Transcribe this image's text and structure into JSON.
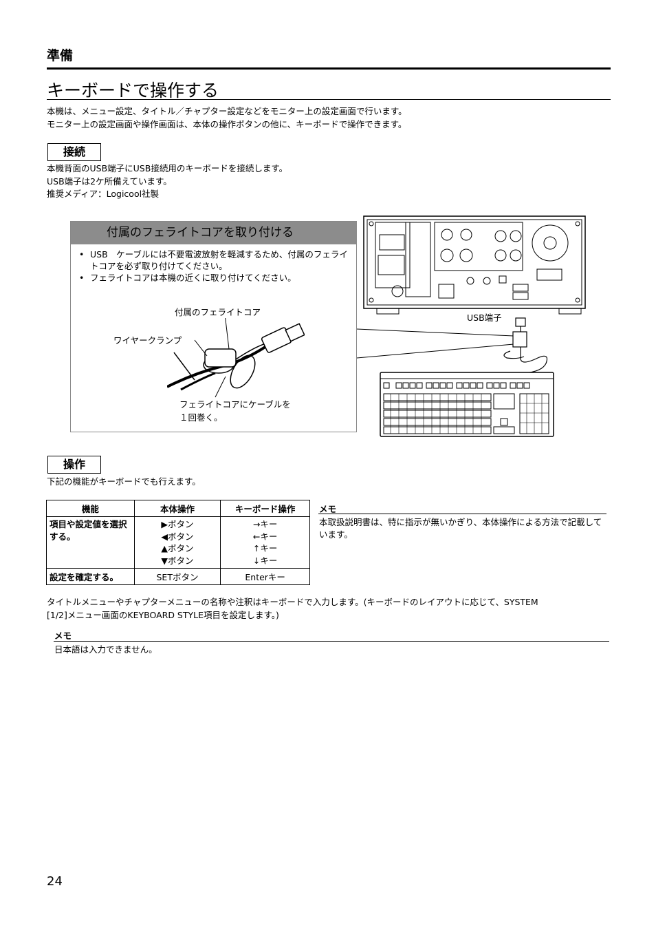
{
  "header": {
    "section": "準備",
    "title": "キーボードで操作する"
  },
  "intro": [
    "本機は、メニュー設定、タイトル／チャプター設定などをモニター上の設定画面で行います。",
    "モニター上の設定画面や操作画面は、本体の操作ボタンの他に、キーボードで操作できます。"
  ],
  "connect": {
    "heading": "接続",
    "lines": [
      "本機背面のUSB端子にUSB接続用のキーボードを接続します。",
      "USB端子は2ケ所備えています。",
      "推奨メディア：Logicool社製"
    ]
  },
  "ferrite": {
    "heading": "付属のフェライトコアを取り付ける",
    "bullets": [
      "USB　ケーブルには不要電波放射を軽減するため、付属のフェライトコアを必ず取り付けてください。",
      "フェライトコアは本機の近くに取り付けてください。"
    ],
    "label_core": "付属のフェライトコア",
    "label_clamp": "ワイヤークランプ",
    "label_wind_1": "フェライトコアにケーブルを",
    "label_wind_2": "１回巻く。"
  },
  "device": {
    "usb_label": "USB端子"
  },
  "operation": {
    "heading": "操作",
    "intro": "下記の機能がキーボードでも行えます。",
    "table": {
      "headers": [
        "機能",
        "本体操作",
        "キーボード操作"
      ],
      "rows": [
        {
          "function": "項目や設定値を選択する。",
          "unit": [
            "▶ボタン",
            "◀ボタン",
            "▲ボタン",
            "▼ボタン"
          ],
          "keyboard": [
            "→キー",
            "←キー",
            "↑キー",
            "↓キー"
          ]
        },
        {
          "function": "設定を確定する。",
          "unit": [
            "SETボタン"
          ],
          "keyboard": [
            "Enterキー"
          ]
        }
      ]
    },
    "memo1": {
      "label": "メモ",
      "text": "本取扱説明書は、特に指示が無いかぎり、本体操作による方法で記載しています。"
    },
    "paragraph": [
      "タイトルメニューやチャプターメニューの名称や注釈はキーボードで入力します。(キーボードのレイアウトに応じて、SYSTEM",
      "[1/2]メニュー画面のKEYBOARD STYLE項目を設定します。)"
    ],
    "memo2": {
      "label": "メモ",
      "text": "日本語は入力できません。"
    }
  },
  "page_number": "24"
}
